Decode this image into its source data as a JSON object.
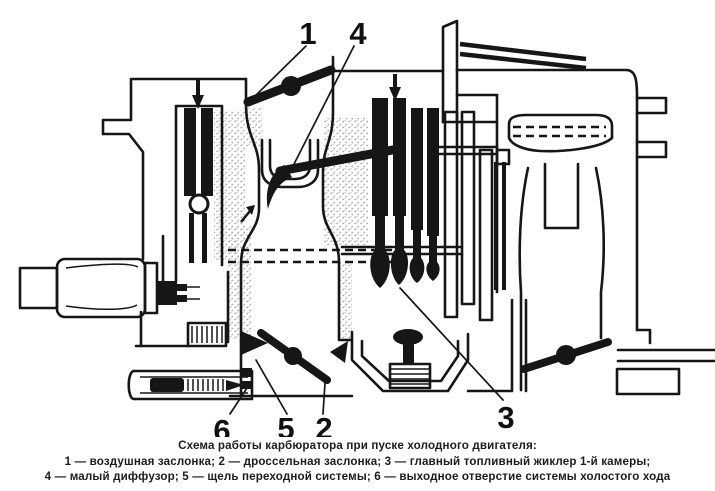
{
  "figure": {
    "type": "technical-diagram",
    "subject": "carburetor cold-start operation scheme",
    "callouts": {
      "c1": "1",
      "c2": "2",
      "c3": "3",
      "c4": "4",
      "c5": "5",
      "c6": "6"
    },
    "caption": {
      "title": "Схема работы карбюратора при пуске холодного двигателя:",
      "legend_line_1": "1 — воздушная заслонка; 2 — дроссельная заслонка; 3 — главный топливный жиклер 1-й камеры;",
      "legend_line_2": "4 — малый диффузор; 5 — щель переходной системы; 6 — выходное отверстие системы холостого хода"
    },
    "colors": {
      "ink": "#161616",
      "paper": "#ffffff",
      "stipple": "#a8a8a8"
    }
  }
}
